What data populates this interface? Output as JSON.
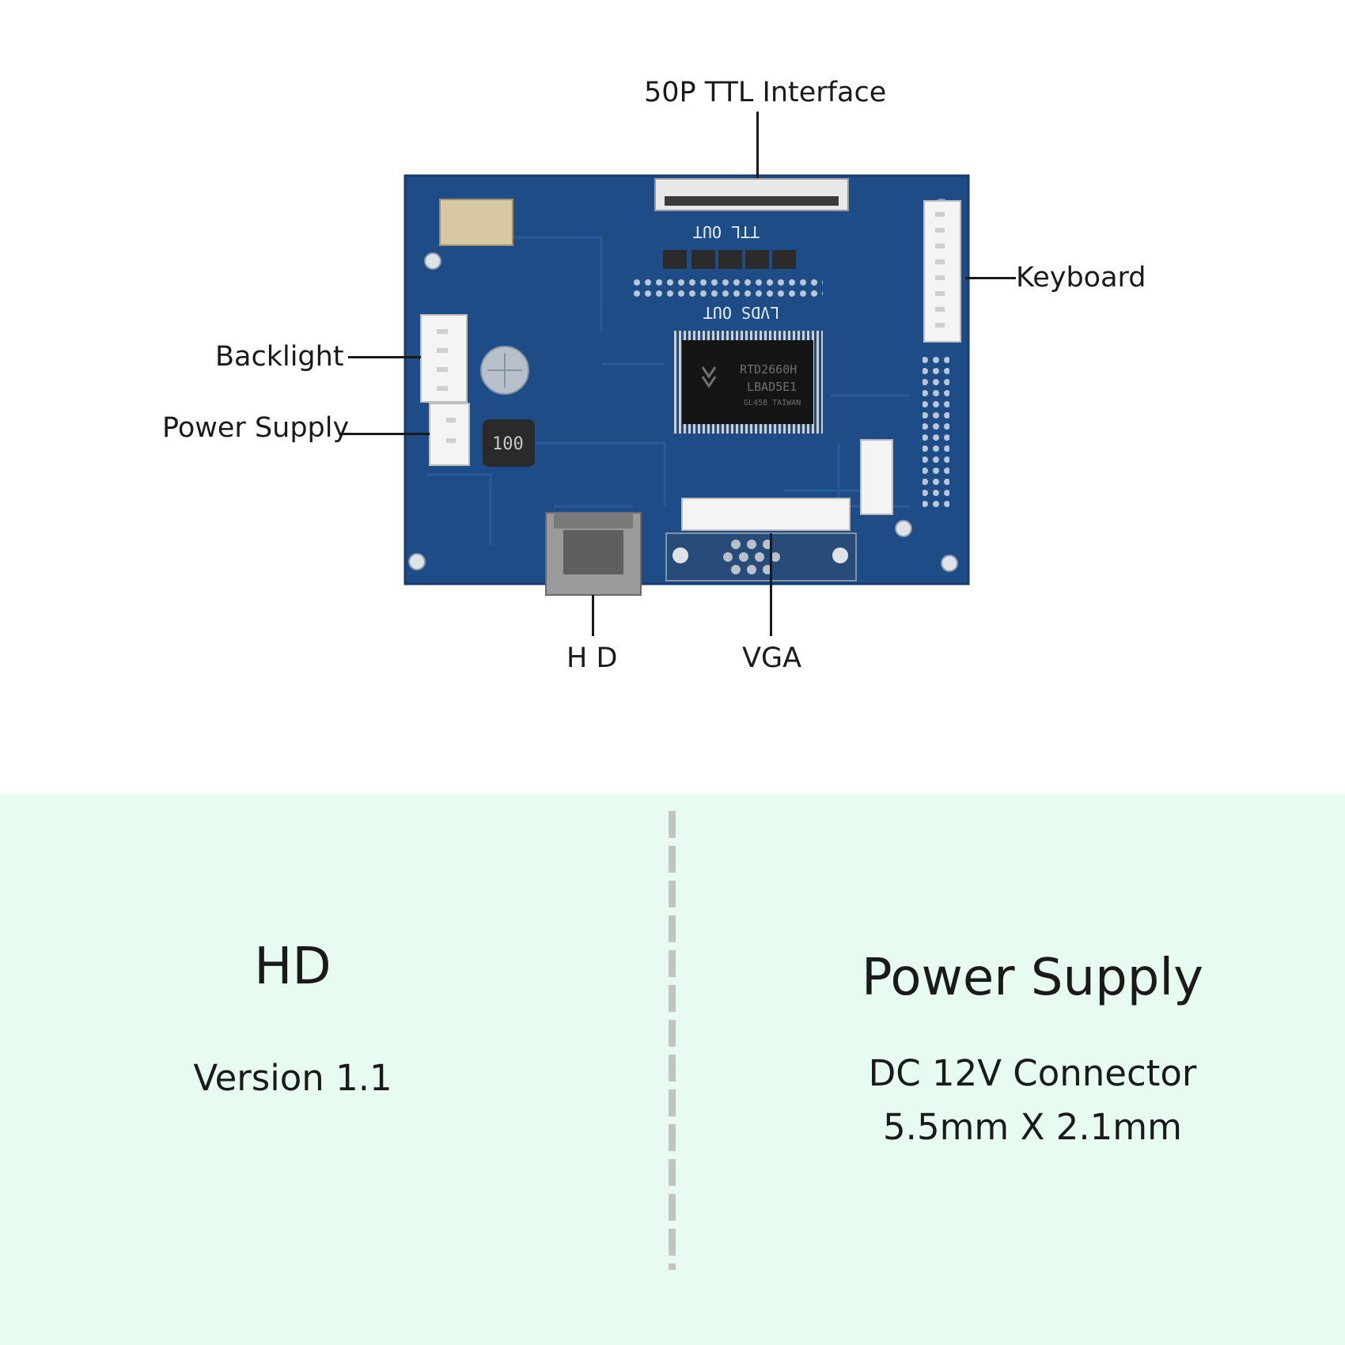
{
  "callouts": {
    "ttl": "50P TTL Interface",
    "keyboard": "Keyboard",
    "backlight": "Backlight",
    "power_supply": "Power Supply",
    "hd": "H D",
    "vga": "VGA"
  },
  "board": {
    "silk_ttl_out": "TTL OUT",
    "silk_lvds_out": "LVDS OUT",
    "chip_line1": "RTD2660H",
    "chip_line2": "LBAD5E1",
    "chip_line3": "GL458 TAIWAN",
    "inductor": "100"
  },
  "left_panel": {
    "title": "HD",
    "subtitle": "Version 1.1"
  },
  "right_panel": {
    "title": "Power Supply",
    "line1": "DC 12V Connector",
    "line2": "5.5mm X 2.1mm"
  },
  "colors": {
    "board_blue": "#1e4c86",
    "panel_bg": "#e8fbf1"
  }
}
